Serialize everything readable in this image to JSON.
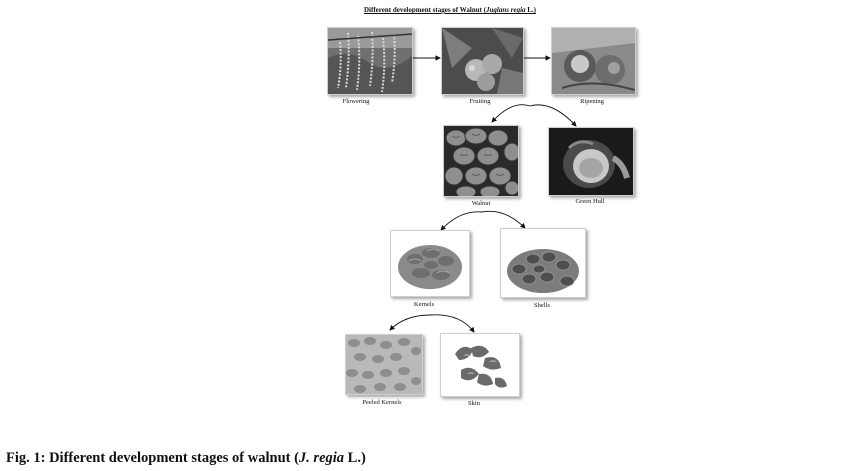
{
  "diagram": {
    "title_prefix": "Different development stages of Walnut (",
    "title_species": "Juglans regia",
    "title_suffix": " L.)",
    "stages": [
      {
        "label": "Flowering"
      },
      {
        "label": "Fruiting"
      },
      {
        "label": "Ripening"
      },
      {
        "label": "Walnut"
      },
      {
        "label": "Green Hull"
      },
      {
        "label": "Kernels"
      },
      {
        "label": "Shells"
      },
      {
        "label": "Peeled Kernels"
      },
      {
        "label": "Skin"
      }
    ]
  },
  "figure_caption": {
    "prefix": "Fig. 1: Different development stages of walnut (",
    "species": "J. regia",
    "suffix": " L.)"
  }
}
